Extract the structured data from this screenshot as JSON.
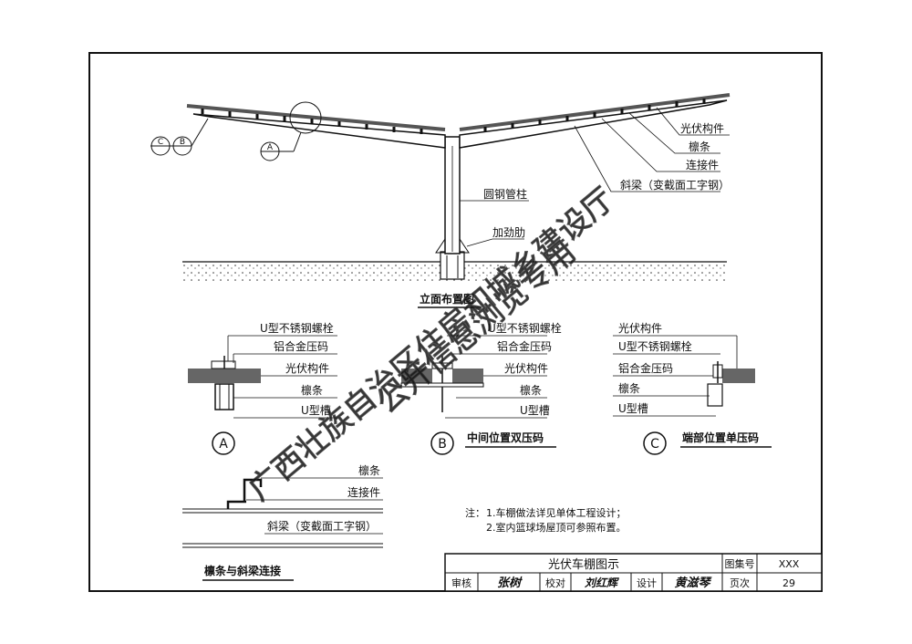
{
  "elevation": {
    "title": "立面布置图",
    "labels": {
      "pv": "光伏构件",
      "purlin": "檩条",
      "connector": "连接件",
      "beam": "斜梁（变截面工字钢）",
      "column": "圆钢管柱",
      "rib": "加劲肋"
    },
    "callouts": {
      "c": "C",
      "b": "B",
      "a": "A",
      "dash": "—"
    }
  },
  "detail_a": {
    "marker": "A",
    "labels": [
      "U型不锈钢螺栓",
      "铝合金压码",
      "光伏构件",
      "檩条",
      "U型槽"
    ]
  },
  "detail_b": {
    "marker": "B",
    "title": "中间位置双压码",
    "labels": [
      "U型不锈钢螺栓",
      "铝合金压码",
      "光伏构件",
      "檩条",
      "U型槽"
    ]
  },
  "detail_c": {
    "marker": "C",
    "title": "端部位置单压码",
    "labels": [
      "光伏构件",
      "U型不锈钢螺栓",
      "铝合金压码",
      "檩条",
      "U型槽"
    ]
  },
  "purlin_detail": {
    "title": "檩条与斜梁连接",
    "labels": [
      "檩条",
      "连接件",
      "斜梁（变截面工字钢）"
    ]
  },
  "notes": {
    "prefix": "注：",
    "items": [
      "1.车棚做法详见单体工程设计；",
      "2.室内篮球场屋顶可参照布置。"
    ]
  },
  "title_block": {
    "drawing_title": "光伏车棚图示",
    "atlas_label": "图集号",
    "atlas_value": "XXX",
    "review_label": "审核",
    "review_sig": "张树",
    "check_label": "校对",
    "check_sig": "刘红辉",
    "design_label": "设计",
    "design_sig": "黄滋琴",
    "page_label": "页次",
    "page_value": "29"
  },
  "watermark": {
    "line1": "广西壮族自治区住房和城乡建设厅",
    "line2": "公开信息浏览专用"
  },
  "colors": {
    "line": "#111111",
    "panel": "#666666",
    "watermark": "#333333"
  }
}
